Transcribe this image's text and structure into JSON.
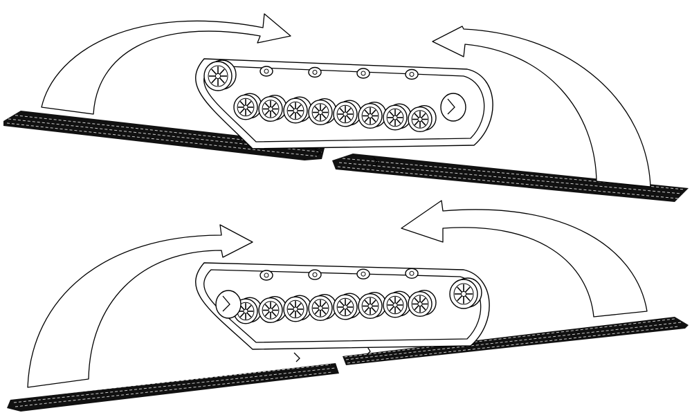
{
  "colors": {
    "line": "#000000",
    "track": "#111111",
    "background": "#ffffff"
  },
  "assemblies": [
    {
      "id": "top",
      "road_wheels": 8,
      "drive_sprocket_side": "left"
    },
    {
      "id": "bottom",
      "road_wheels": 8,
      "drive_sprocket_side": "right"
    }
  ]
}
